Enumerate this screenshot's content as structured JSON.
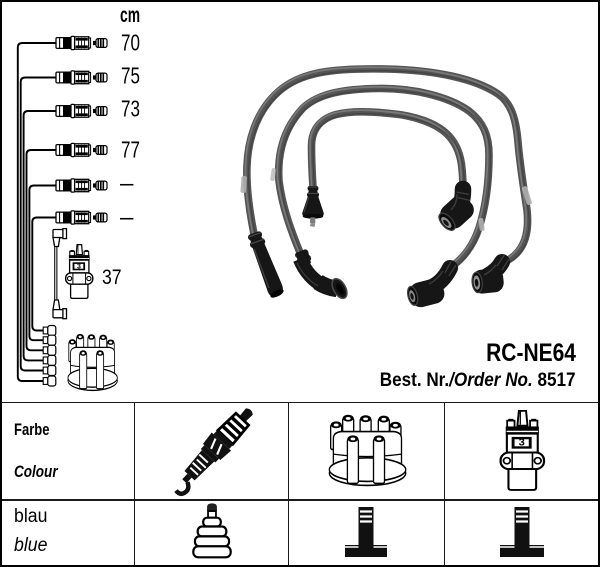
{
  "page": {
    "background": "#ffffff",
    "border_color": "#000000",
    "ink_color": "#000000"
  },
  "length_chart": {
    "unit_label": "cm",
    "cable_lengths": [
      "70",
      "75",
      "73",
      "77",
      "–",
      "–"
    ],
    "coil_cable_length": "37",
    "coil_marking": "3"
  },
  "product": {
    "code": "RC-NE64",
    "order_label_de": "Best. Nr.",
    "order_separator": "/",
    "order_label_en": "Order No.",
    "order_number": "8517"
  },
  "spec_table": {
    "row1_label_de": "Farbe",
    "row1_label_en": "Colour",
    "row2_label_de": "blau",
    "row2_label_en": "blue",
    "row1_icons": [
      "spark-plug",
      "distributor-cap",
      "ignition-coil"
    ],
    "row2_icons": [
      "plug-terminal",
      "distributor-terminal",
      "coil-terminal"
    ]
  },
  "photo": {
    "cable_color": "#565656",
    "boot_color": "#161616"
  }
}
